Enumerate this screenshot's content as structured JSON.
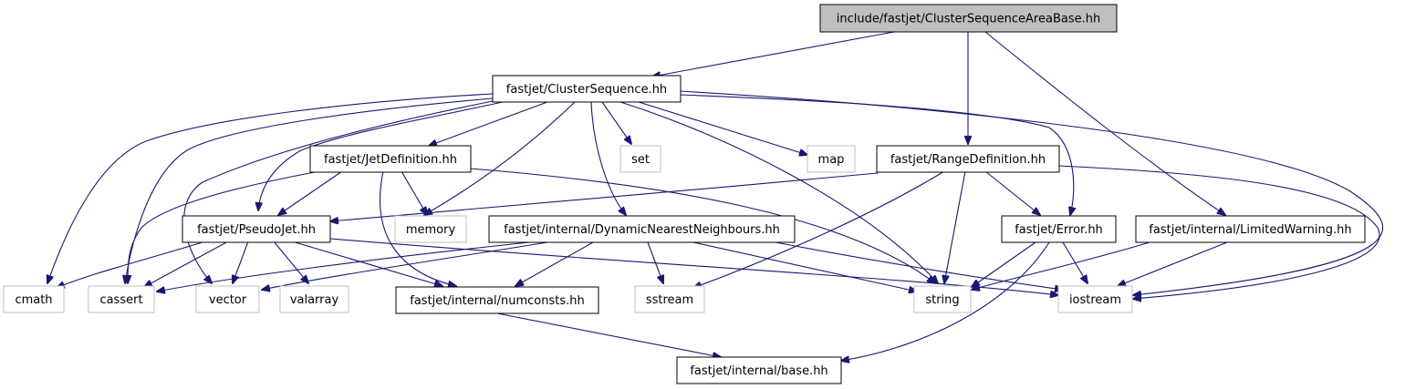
{
  "nodes": {
    "root": "include/fastjet/ClusterSequenceAreaBase.hh",
    "cluster_sequence": "fastjet/ClusterSequence.hh",
    "range_definition": "fastjet/RangeDefinition.hh",
    "limited_warning": "fastjet/internal/LimitedWarning.hh",
    "jet_definition": "fastjet/JetDefinition.hh",
    "set": "set",
    "map": "map",
    "pseudo_jet": "fastjet/PseudoJet.hh",
    "memory": "memory",
    "dynamic_nn": "fastjet/internal/DynamicNearestNeighbours.hh",
    "error": "fastjet/Error.hh",
    "cmath": "cmath",
    "cassert": "cassert",
    "vector": "vector",
    "valarray": "valarray",
    "numconsts": "fastjet/internal/numconsts.hh",
    "sstream": "sstream",
    "string": "string",
    "iostream": "iostream",
    "base": "fastjet/internal/base.hh"
  },
  "colors": {
    "edge": "#191970",
    "root_fill": "#bfbfbf",
    "external_border": "#bfbfbf",
    "internal_border": "#000000"
  }
}
